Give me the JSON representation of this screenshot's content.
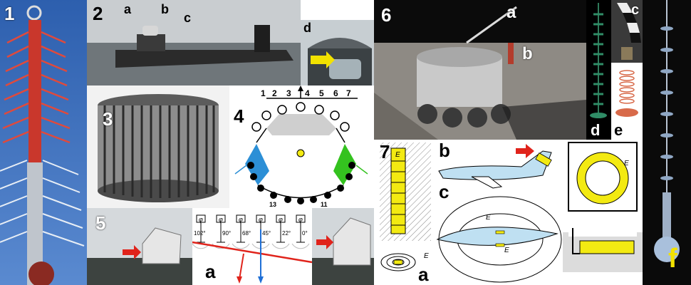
{
  "labels": {
    "p1": "1",
    "p2": "2",
    "p2a": "a",
    "p2b": "b",
    "p2c": "c",
    "p2d": "d",
    "p3": "3",
    "p4": "4",
    "p4_nodes": [
      "1",
      "2",
      "3",
      "4",
      "5",
      "6",
      "7"
    ],
    "p4_bottom": [
      "13",
      "11"
    ],
    "p5": "5",
    "p5a": "a",
    "p5_angles": [
      "102°",
      "90°",
      "68°",
      "45°",
      "22°",
      "0°"
    ],
    "p5_phi": "φ",
    "p6": "6",
    "p6a": "a",
    "p6b": "b",
    "p7": "7",
    "p7a": "a",
    "p7b": "b",
    "p7c": "c",
    "p7d": "d",
    "p7e": "e",
    "field": "E",
    "p_right_c": "c",
    "p_right_d": "d",
    "p_right_e": "e",
    "p_f": "f"
  },
  "colors": {
    "label_yellow": "#f2e200",
    "arrow_red": "#e0231b",
    "arrow_blue": "#1f6fd6",
    "fill_blue": "#2c8fd6",
    "fill_green": "#34c21f",
    "fill_yellow": "#f3ea12",
    "sky_blue": "#3a6db8"
  }
}
